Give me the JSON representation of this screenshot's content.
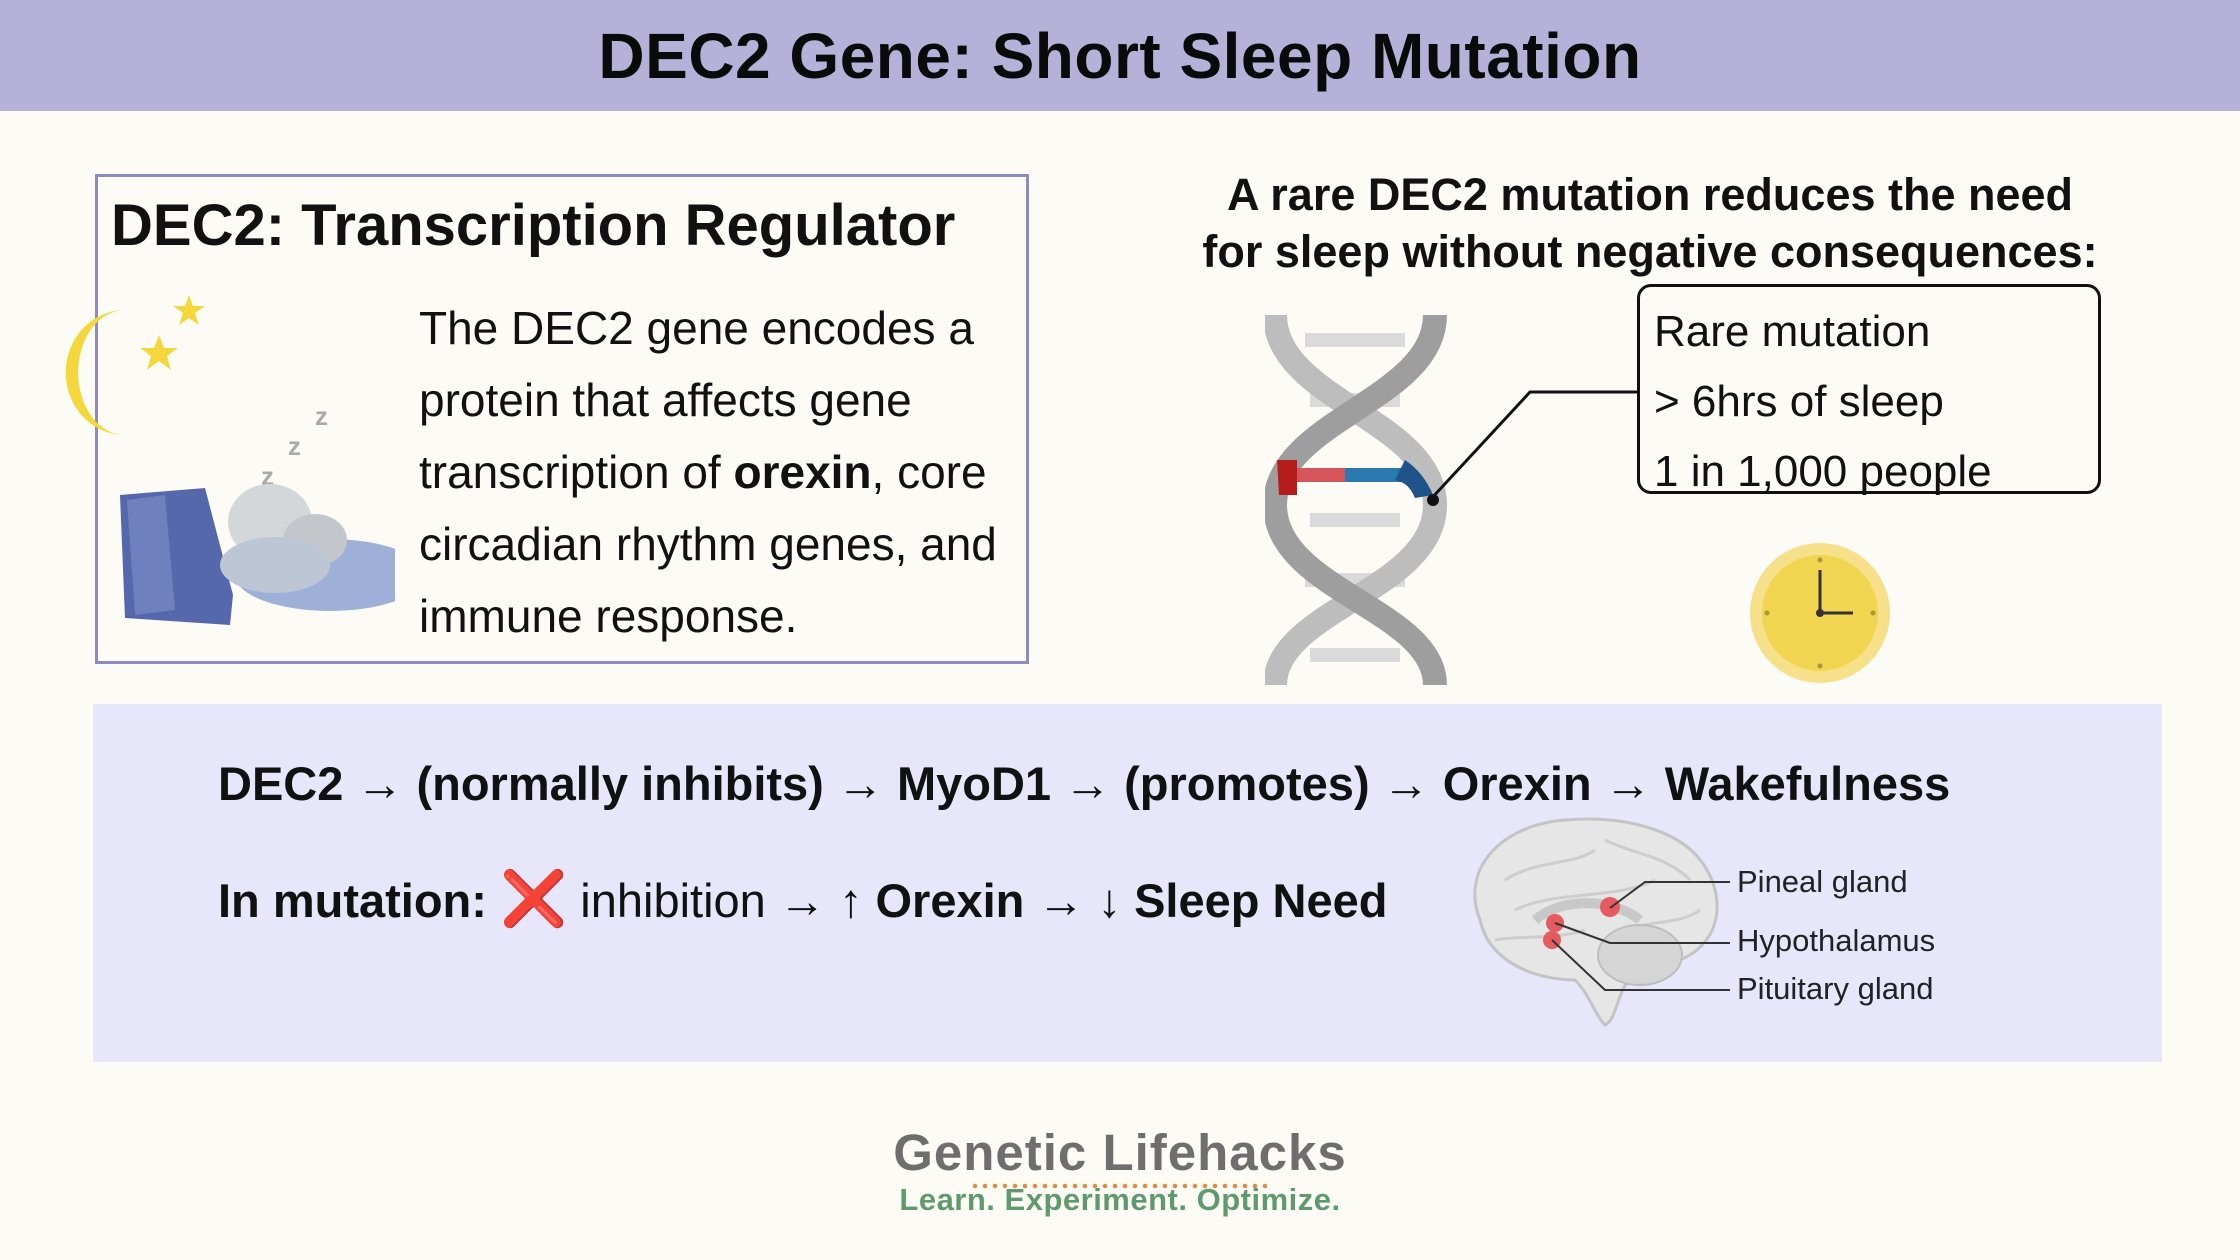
{
  "header": {
    "title": "DEC2 Gene: Short Sleep Mutation"
  },
  "left_card": {
    "title": "DEC2: Transcription Regulator",
    "body_before": "The DEC2 gene encodes a protein that affects gene transcription of ",
    "body_bold": "orexin",
    "body_after": ", core circadian rhythm genes, and immune response.",
    "sleep_letters": [
      "z",
      "z",
      "z"
    ]
  },
  "right_section": {
    "heading_line1": "A rare DEC2 mutation reduces the need",
    "heading_line2": "for sleep without negative consequences:",
    "facts": [
      "Rare mutation",
      "> 6hrs of sleep",
      "1 in 1,000 people"
    ]
  },
  "pathway": {
    "line1": "DEC2 → (normally inhibits) → MyoD1 → (promotes) → Orexin → Wakefulness",
    "line2_label": "In mutation:",
    "line2_x": "❌",
    "line2_inhibition": "inhibition →",
    "line2_rest": "↑ Orexin → ↓ Sleep Need"
  },
  "brain_labels": [
    "Pineal gland",
    "Hypothalamus",
    "Pituitary gland"
  ],
  "footer": {
    "logo_name": "Genetic Lifehacks",
    "tagline": "Learn. Experiment. Optimize."
  },
  "colors": {
    "title_bar": "#b6b1d8",
    "card_border": "#8e8bc4",
    "panel_bg": "#e8e6fa",
    "moon": "#f4d73b",
    "clock_face": "#f1d96a",
    "tagline": "#5f9a6c"
  },
  "icons": [
    "moon-icon",
    "star-icon",
    "sleeping-person-illustration",
    "dna-helix-illustration",
    "clock-icon",
    "brain-illustration",
    "cross-mark-icon"
  ]
}
